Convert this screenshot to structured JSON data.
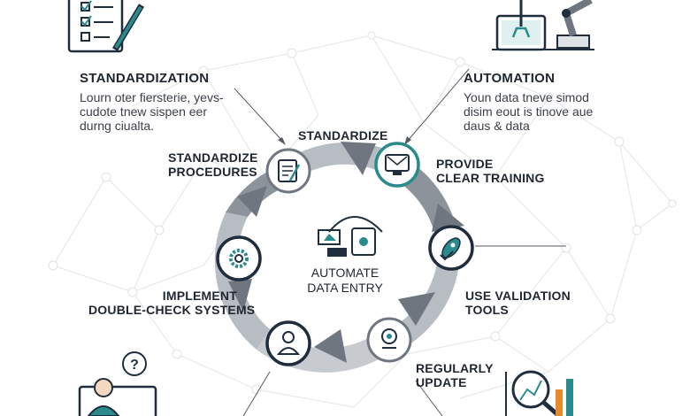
{
  "standardization": {
    "title": "STANDARDIZATION",
    "description": [
      "Lourn oter fiersterie, yevs-",
      "cudote tnew sispen eer",
      "durng ciualta."
    ]
  },
  "automation": {
    "title": "AUTOMATION",
    "description": [
      "Youn data tneve simod",
      "disim eout is tinove aue",
      "daus & data"
    ]
  },
  "cycle": {
    "center_label": [
      "AUTOMATE",
      "DATA ENTRY"
    ],
    "steps": {
      "top": [
        "STANDARDIZE"
      ],
      "procedures": [
        "STANDARDIZE",
        "PROCEDURES"
      ],
      "training": [
        "PROVIDE",
        "CLEAR TRAINING"
      ],
      "validation": [
        "USE VALIDATION",
        "TOOLS"
      ],
      "double_check": [
        "IMPLEMENT",
        "DOUBLE-CHECK SYSTEMS"
      ],
      "update": [
        "REGULARLY",
        "UPDATE"
      ]
    }
  },
  "icons": {
    "checklist": "clipboard-checklist-icon",
    "robot_arm": "robotic-arm-monitor-icon",
    "procedures": "document-edit-icon",
    "training": "computer-email-icon",
    "validation": "rocket-check-icon",
    "center": "robot-data-entry-icon",
    "double_check": "gear-icon",
    "people": "person-icon",
    "update": "brain-refresh-icon",
    "support": "help-person-icon",
    "analysis": "magnifier-chart-icon"
  },
  "colors": {
    "arrow_dark": "#6f7680",
    "arrow_light": "#b8bdc3",
    "teal": "#2a8b8d",
    "navy": "#1f2d3d",
    "network": "#e4e7ea"
  }
}
